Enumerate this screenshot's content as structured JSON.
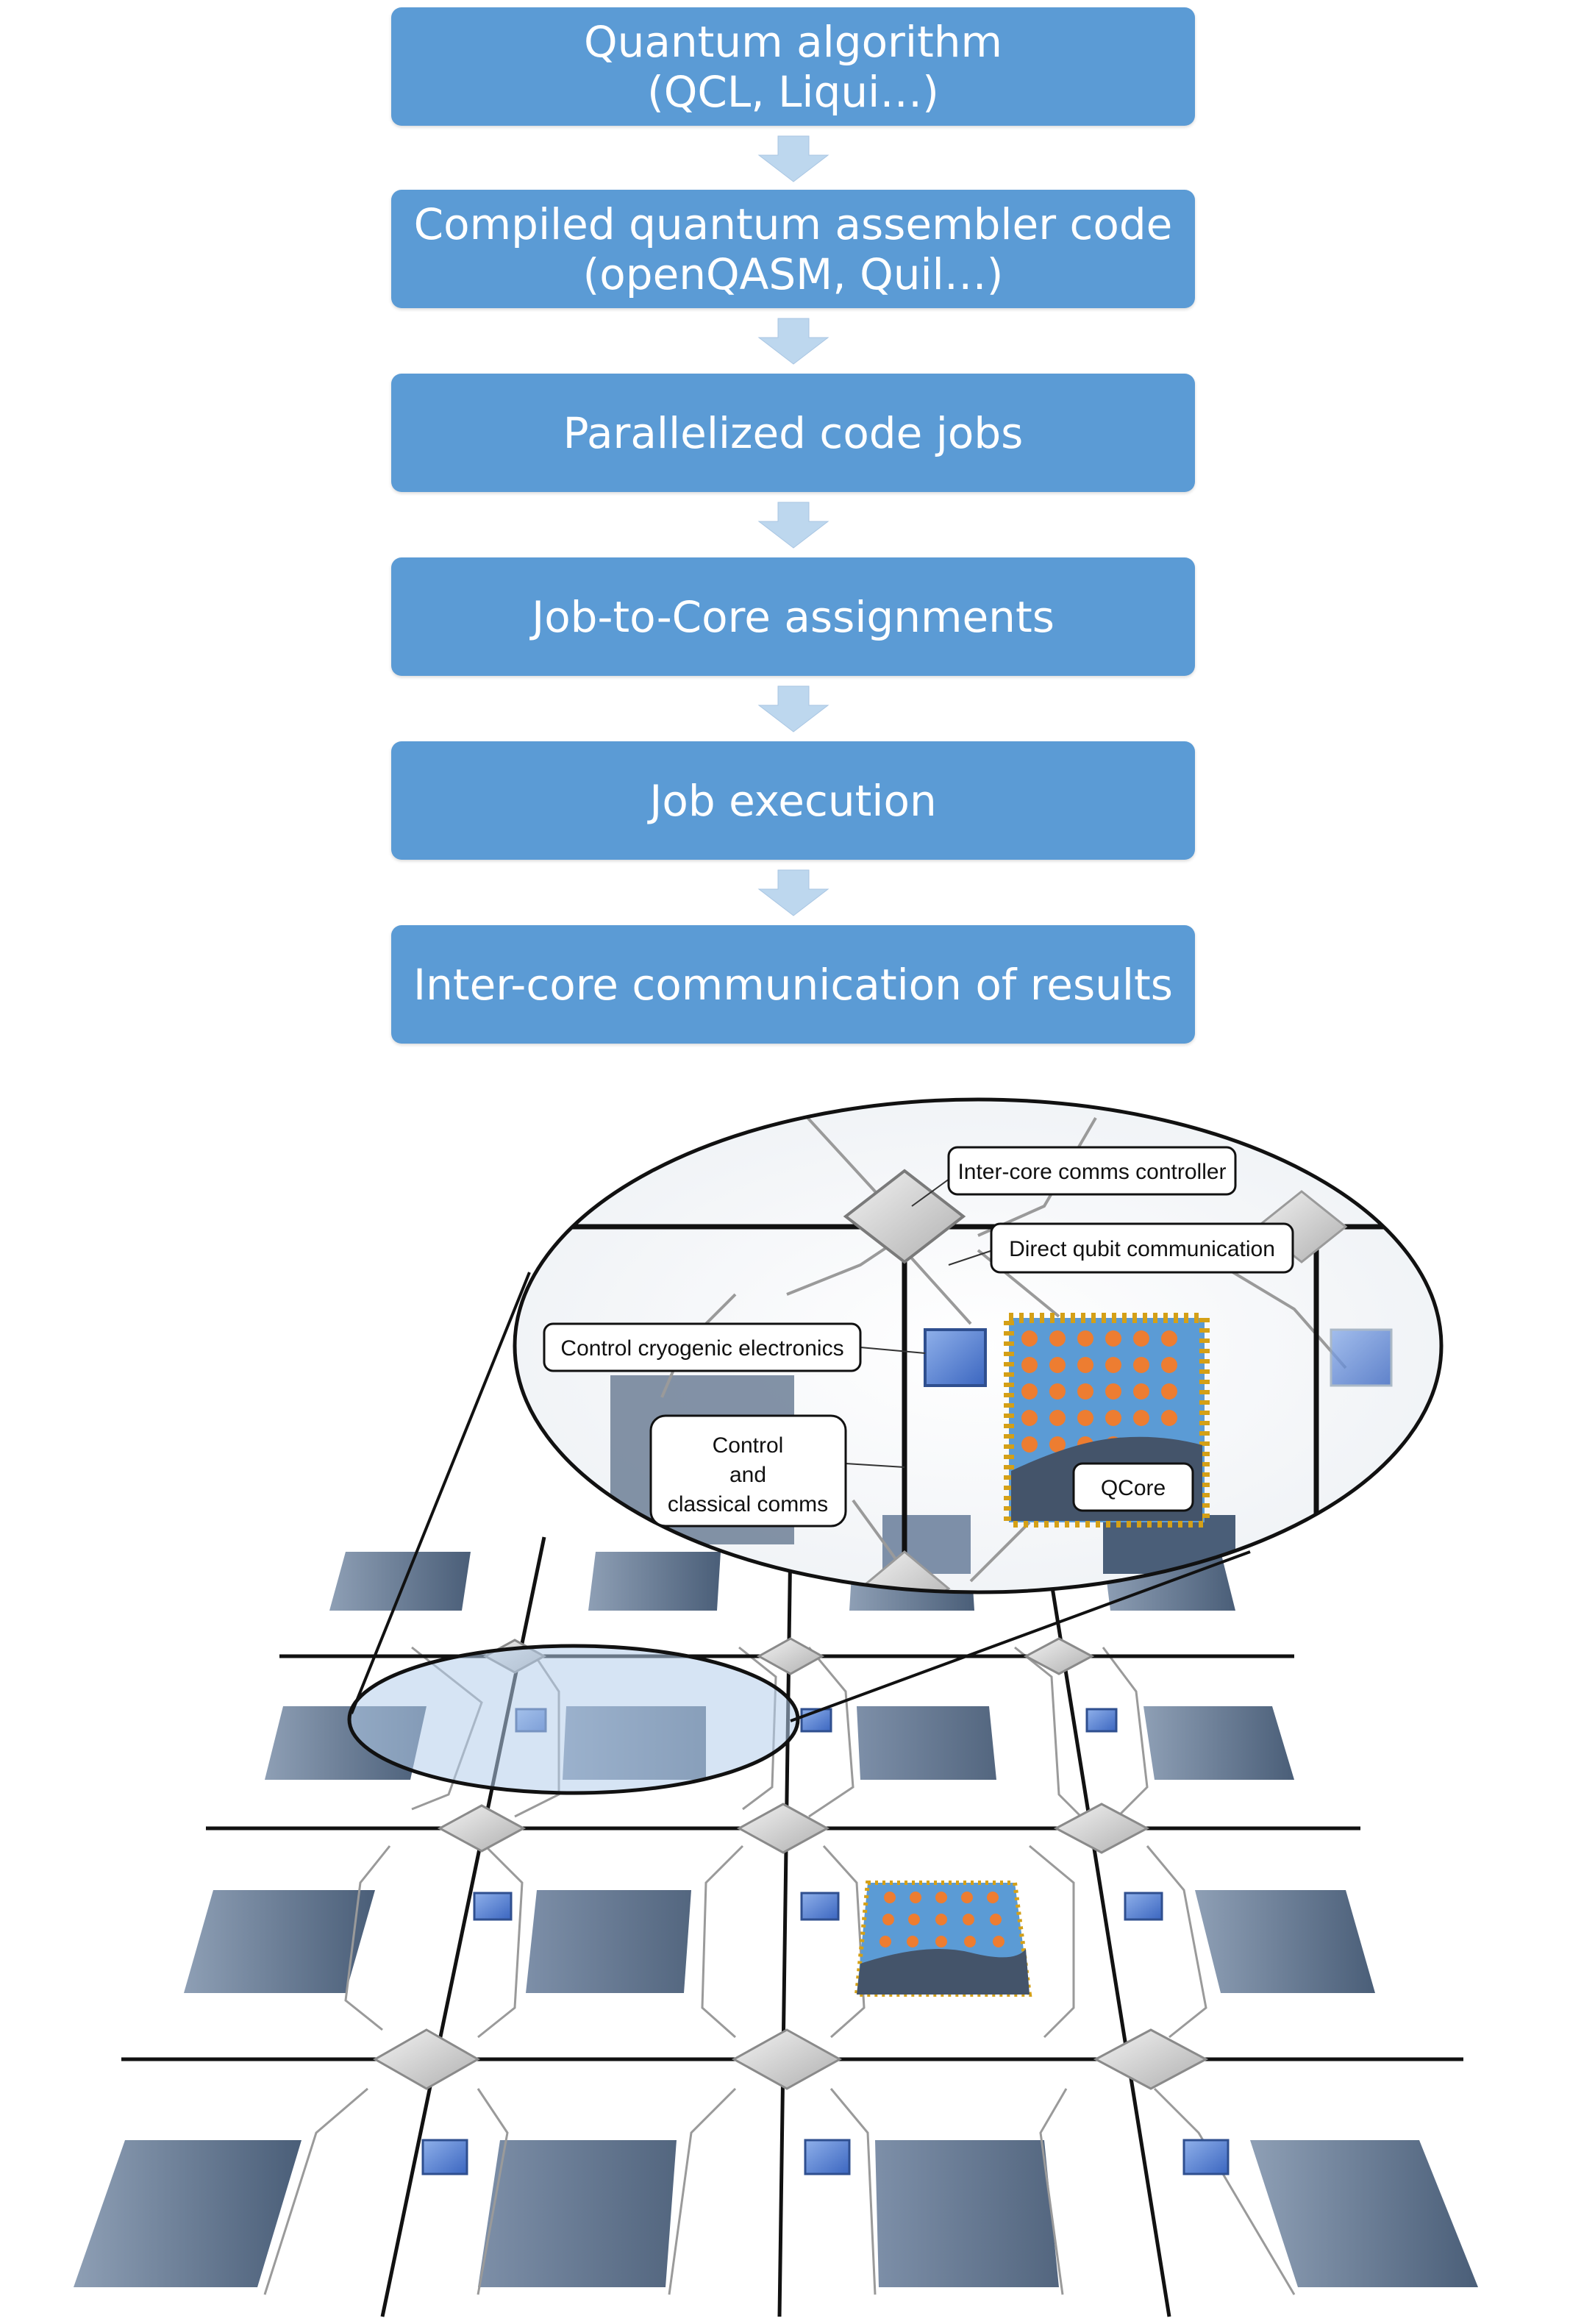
{
  "flow_steps": [
    {
      "line1": "Quantum algorithm",
      "line2": "(QCL, Liqui…)"
    },
    {
      "line1": "Compiled quantum assembler code",
      "line2": "(openQASM, Quil…)"
    },
    {
      "line1": "Parallelized code jobs",
      "line2": ""
    },
    {
      "line1": "Job-to-Core assignments",
      "line2": ""
    },
    {
      "line1": "Job execution",
      "line2": ""
    },
    {
      "line1": "Inter-core communication of results",
      "line2": ""
    }
  ],
  "callouts": {
    "intercore_controller": "Inter-core comms controller",
    "direct_qubit": "Direct qubit communication",
    "cryogenic": "Control cryogenic electronics",
    "control_line1": "Control",
    "control_line2": "and",
    "control_line3": "classical comms",
    "qcore": "QCore"
  },
  "colors": {
    "step_fill": "#5b9bd5",
    "arrow_fill": "#bdd7ee",
    "tile_light": "#8e9fb5",
    "tile_dark": "#4a5e78",
    "qubit": "#ed7d31",
    "pin": "#d4a017",
    "chip_blue": "#5b9bd5",
    "cryo_blue": "#4472c4"
  }
}
